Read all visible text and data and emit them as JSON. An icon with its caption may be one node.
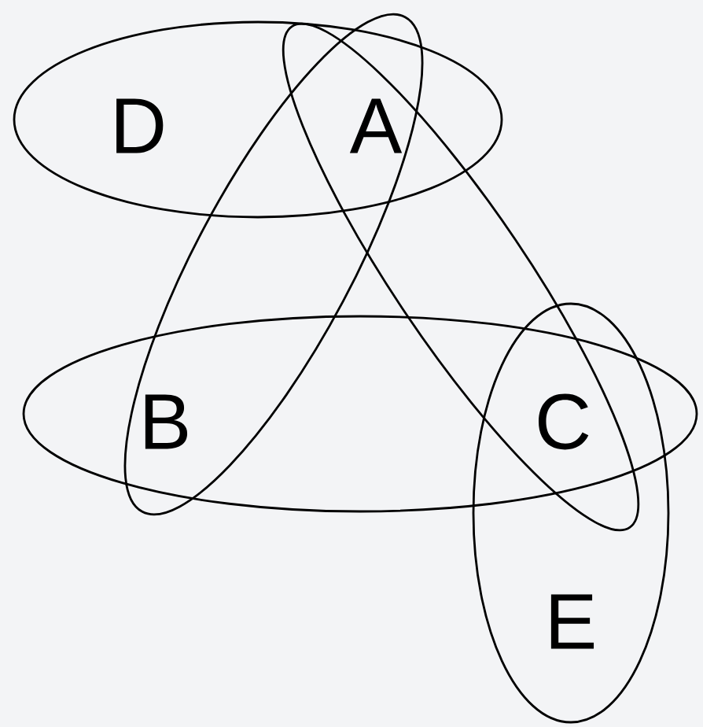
{
  "diagram": {
    "nodes": [
      {
        "text": [],
        "shape": "ellipse"
      },
      {
        "text": [],
        "shape": "ellipse"
      },
      {
        "text": [],
        "shape": "ellipse"
      },
      {
        "text": [],
        "shape": "ellipse"
      },
      {
        "text": [],
        "shape": "ellipse"
      }
    ],
    "labels": [
      "D",
      "A",
      "B",
      "C",
      "E"
    ]
  }
}
